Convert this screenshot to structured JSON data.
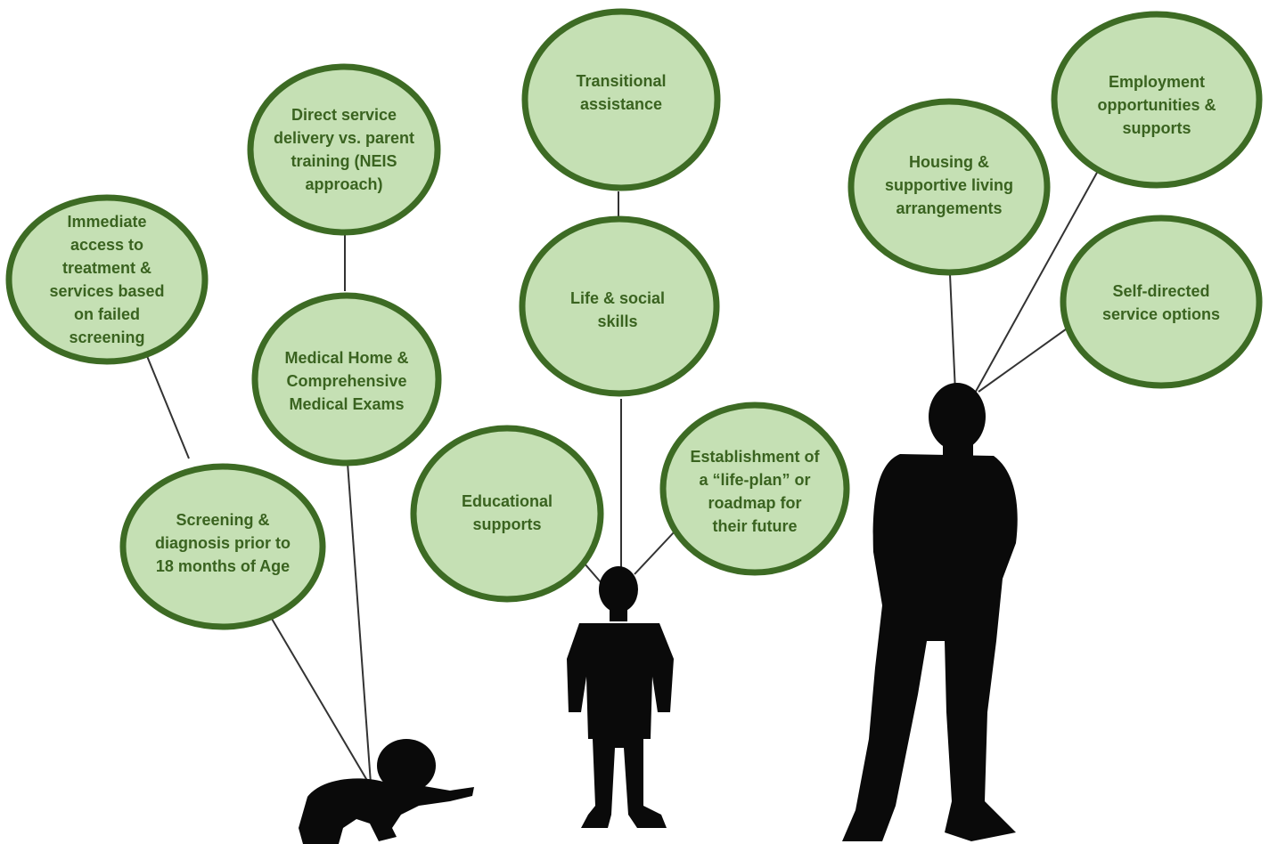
{
  "colors": {
    "balloon_fill": "#c5e0b4",
    "balloon_stroke": "#3d6b24",
    "text": "#3a6320",
    "string": "#333333",
    "silhouette": "#0a0a0a"
  },
  "groups": [
    {
      "figure": "baby-silhouette",
      "balloons": [
        {
          "id": "immediate-access",
          "text": "Immediate\naccess to\ntreatment &\nservices based\non failed\nscreening"
        },
        {
          "id": "direct-service",
          "text": "Direct service\ndelivery vs. parent\ntraining (NEIS\napproach)"
        },
        {
          "id": "medical-home",
          "text": "Medical Home &\nComprehensive\nMedical Exams"
        },
        {
          "id": "screening-diagnosis",
          "text": "Screening &\ndiagnosis prior to\n18 months of Age"
        }
      ]
    },
    {
      "figure": "child-silhouette",
      "balloons": [
        {
          "id": "transitional-assistance",
          "text": "Transitional\nassistance"
        },
        {
          "id": "life-social-skills",
          "text": "Life & social\nskills"
        },
        {
          "id": "educational-supports",
          "text": "Educational\nsupports"
        },
        {
          "id": "life-plan",
          "text": "Establishment of\na “life-plan” or\nroadmap for\ntheir future"
        }
      ]
    },
    {
      "figure": "adult-silhouette",
      "balloons": [
        {
          "id": "housing",
          "text": "Housing &\nsupportive living\narrangements"
        },
        {
          "id": "employment",
          "text": "Employment\nopportunities &\nsupports"
        },
        {
          "id": "self-directed",
          "text": "Self-directed\nservice options"
        }
      ]
    }
  ]
}
